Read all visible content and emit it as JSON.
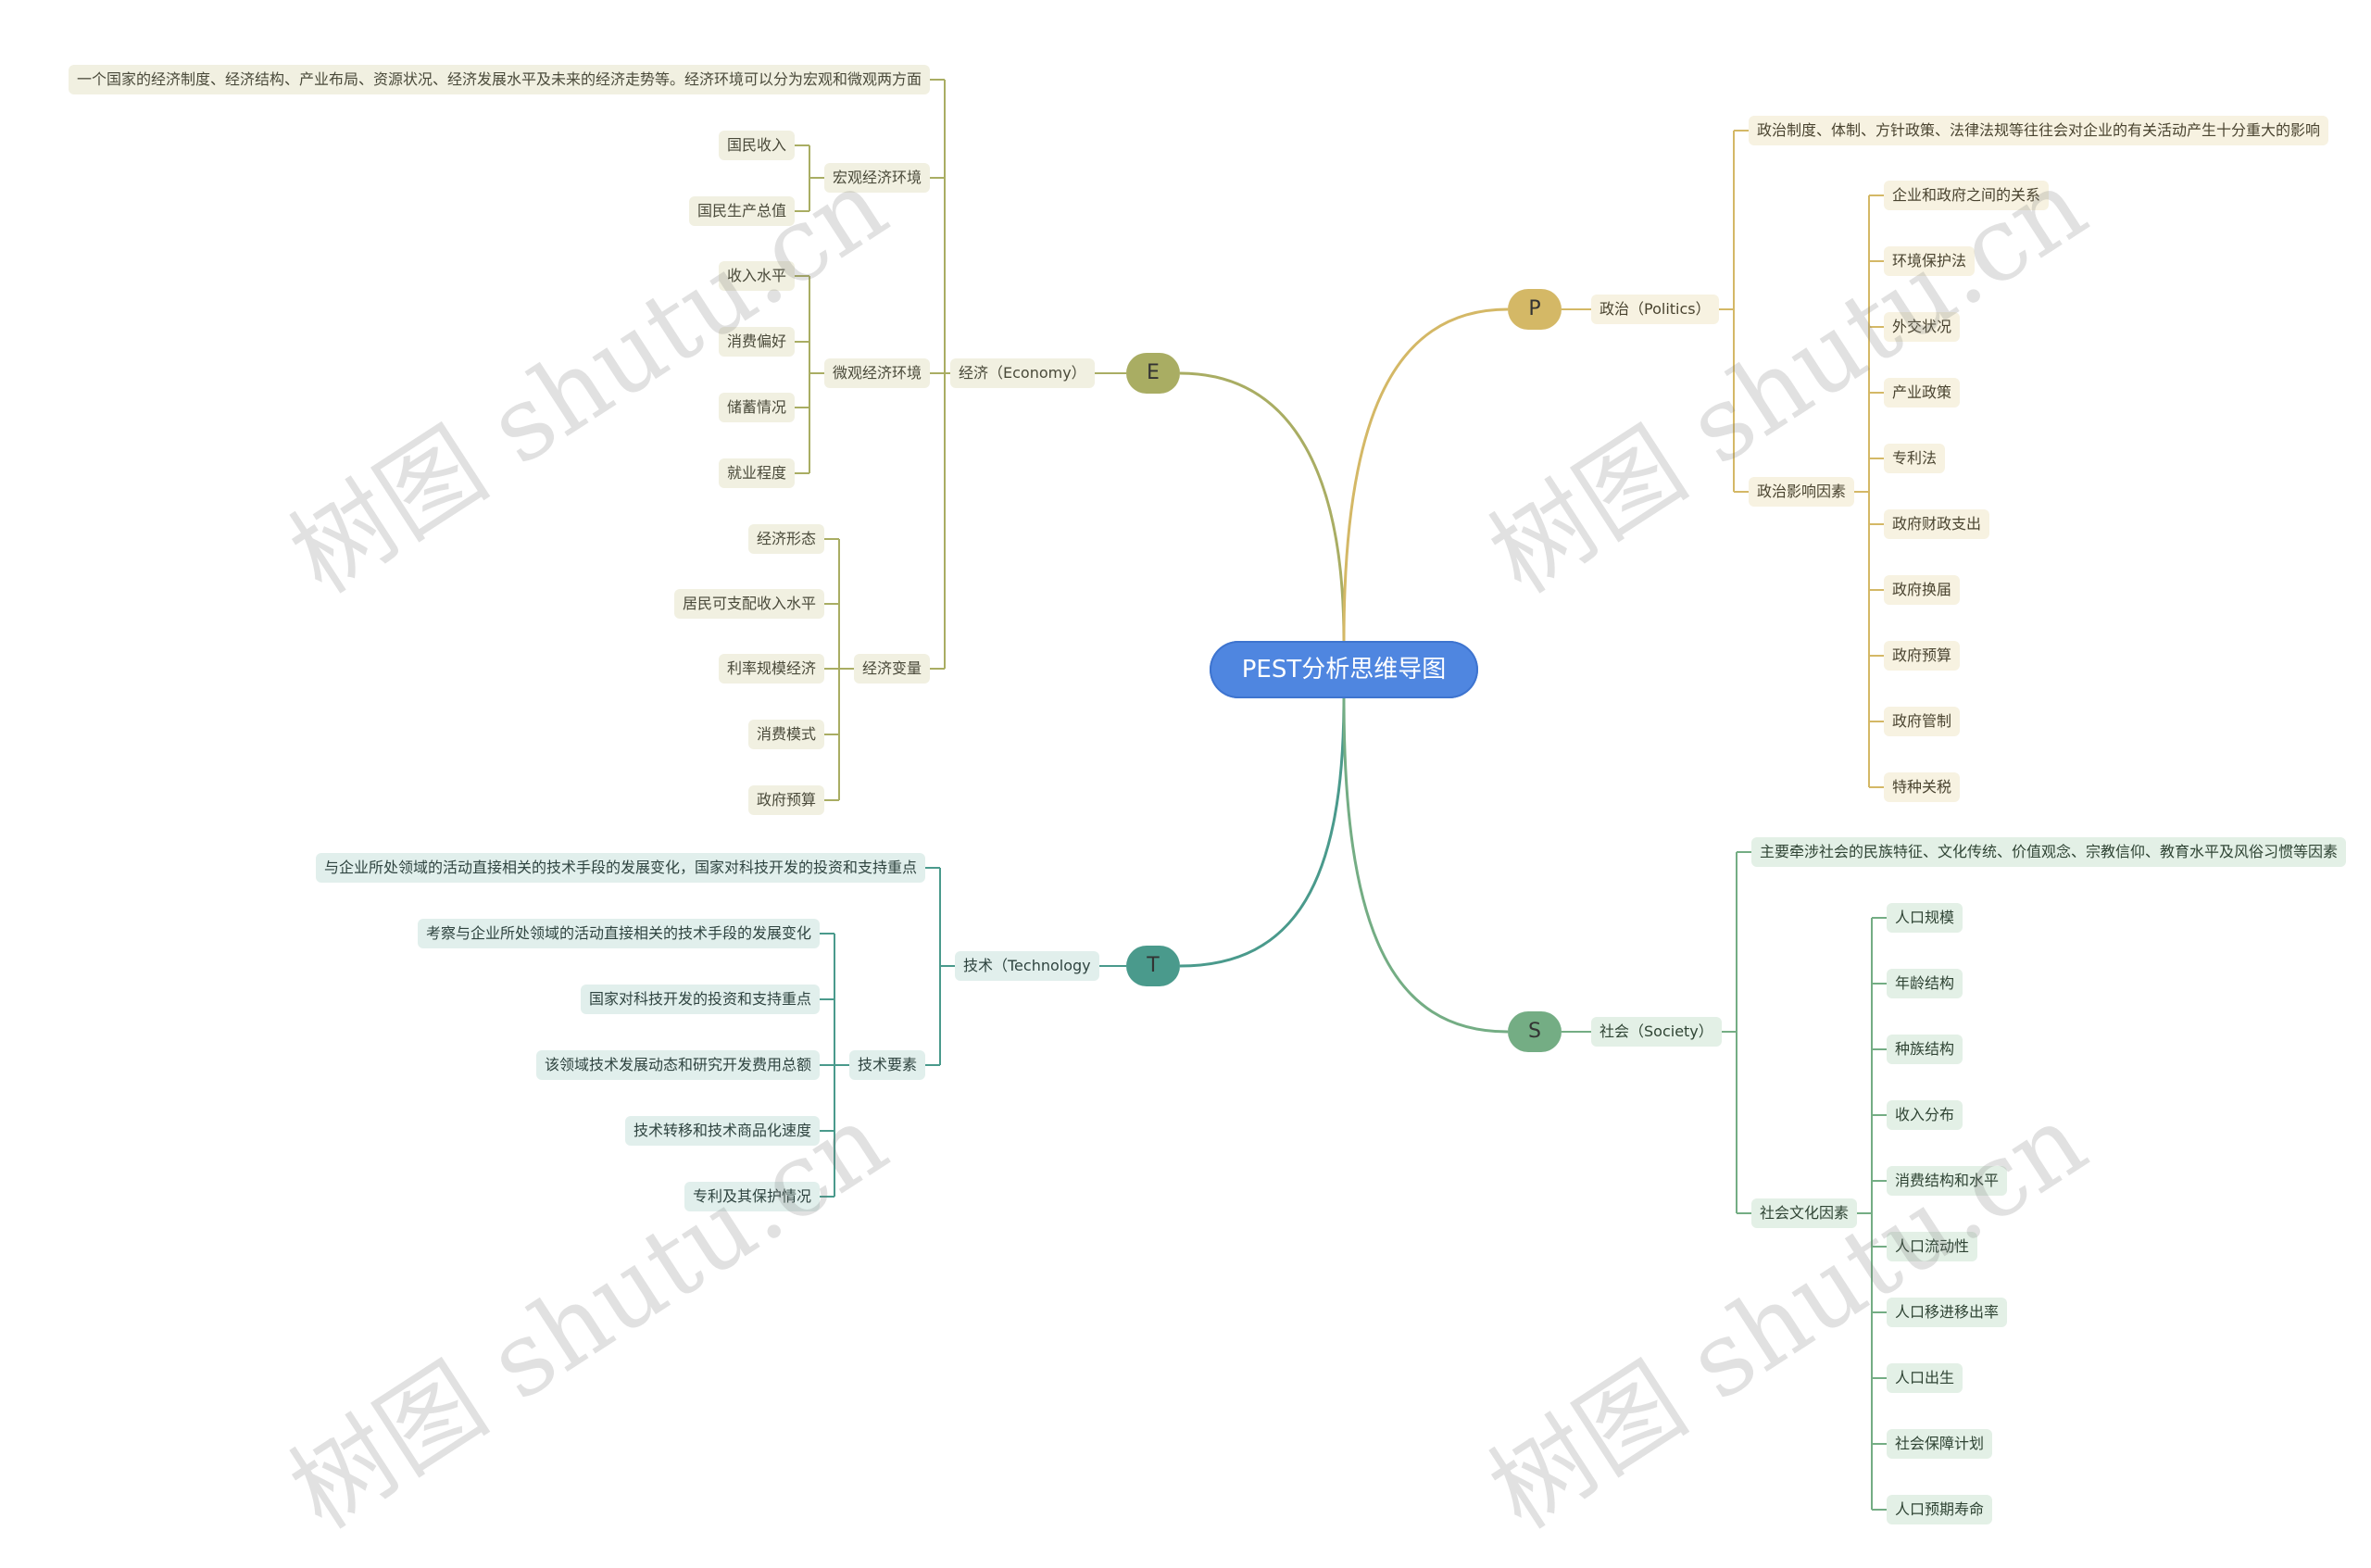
{
  "root": "PEST分析思维导图",
  "watermark": "树图 shutu.cn",
  "colors": {
    "root": "#4f86e0",
    "economy": "#a9ad63",
    "politics": "#d4b866",
    "technology": "#4a9a8c",
    "society": "#74ad84"
  },
  "branches": {
    "economy": {
      "letter": "E",
      "label": "经济（Economy）",
      "desc": "一个国家的经济制度、经济结构、产业布局、资源状况、经济发展水平及未来的经济走势等。经济环境可以分为宏观和微观两方面",
      "groups": [
        {
          "label": "宏观经济环境",
          "items": [
            "国民收入",
            "国民生产总值"
          ]
        },
        {
          "label": "微观经济环境",
          "items": [
            "收入水平",
            "消费偏好",
            "储蓄情况",
            "就业程度"
          ]
        },
        {
          "label": "经济变量",
          "items": [
            "经济形态",
            "居民可支配收入水平",
            "利率规模经济",
            "消费模式",
            "政府预算"
          ]
        }
      ]
    },
    "politics": {
      "letter": "P",
      "label": "政治（Politics）",
      "desc": "政治制度、体制、方针政策、法律法规等往往会对企业的有关活动产生十分重大的影响",
      "group": {
        "label": "政治影响因素",
        "items": [
          "企业和政府之间的关系",
          "环境保护法",
          "外交状况",
          "产业政策",
          "专利法",
          "政府财政支出",
          "政府换届",
          "政府预算",
          "政府管制",
          "特种关税"
        ]
      }
    },
    "technology": {
      "letter": "T",
      "label": "技术（Technology",
      "desc": "与企业所处领域的活动直接相关的技术手段的发展变化，国家对科技开发的投资和支持重点",
      "group": {
        "label": "技术要素",
        "items": [
          "考察与企业所处领域的活动直接相关的技术手段的发展变化",
          "国家对科技开发的投资和支持重点",
          "该领域技术发展动态和研究开发费用总额",
          "技术转移和技术商品化速度",
          "专利及其保护情况"
        ]
      }
    },
    "society": {
      "letter": "S",
      "label": "社会（Society）",
      "desc": "主要牵涉社会的民族特征、文化传统、价值观念、宗教信仰、教育水平及风俗习惯等因素",
      "group": {
        "label": "社会文化因素",
        "items": [
          "人口规模",
          "年龄结构",
          "种族结构",
          "收入分布",
          "消费结构和水平",
          "人口流动性",
          "人口移进移出率",
          "人口出生",
          "社会保障计划",
          "人口预期寿命"
        ]
      }
    }
  }
}
